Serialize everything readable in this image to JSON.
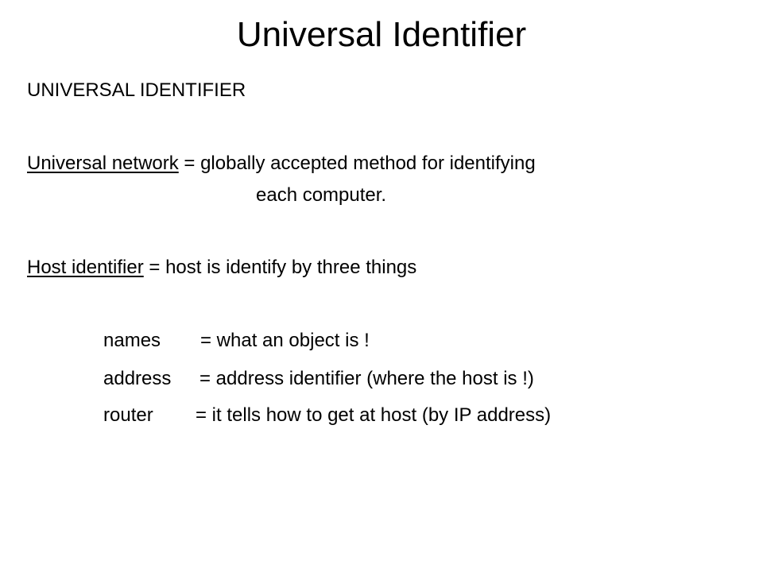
{
  "title": "Universal Identifier",
  "heading": "UNIVERSAL IDENTIFIER",
  "definitions": [
    {
      "term": "Universal network",
      "text": " = globally accepted method for identifying",
      "continuation": "each computer."
    },
    {
      "term": "Host identifier",
      "text": " = host is identify by three things"
    }
  ],
  "items": [
    {
      "term": "names",
      "text": "= what an object is !"
    },
    {
      "term": "address",
      "text": "= address identifier (where the host is !)"
    },
    {
      "term": "router",
      "text": "= it tells how to get at host (by IP address)"
    }
  ]
}
